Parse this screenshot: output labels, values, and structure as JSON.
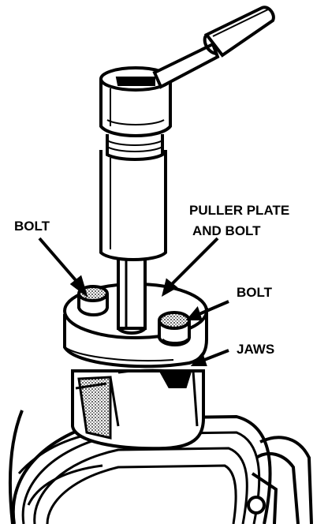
{
  "labels": {
    "bolt_left": "BOLT",
    "puller_line1": "PULLER PLATE",
    "puller_line2": "AND BOLT",
    "bolt_right": "BOLT",
    "jaws": "JAWS"
  },
  "colors": {
    "ink": "#000000",
    "paper": "#ffffff",
    "shade": "#b0b0b0"
  }
}
